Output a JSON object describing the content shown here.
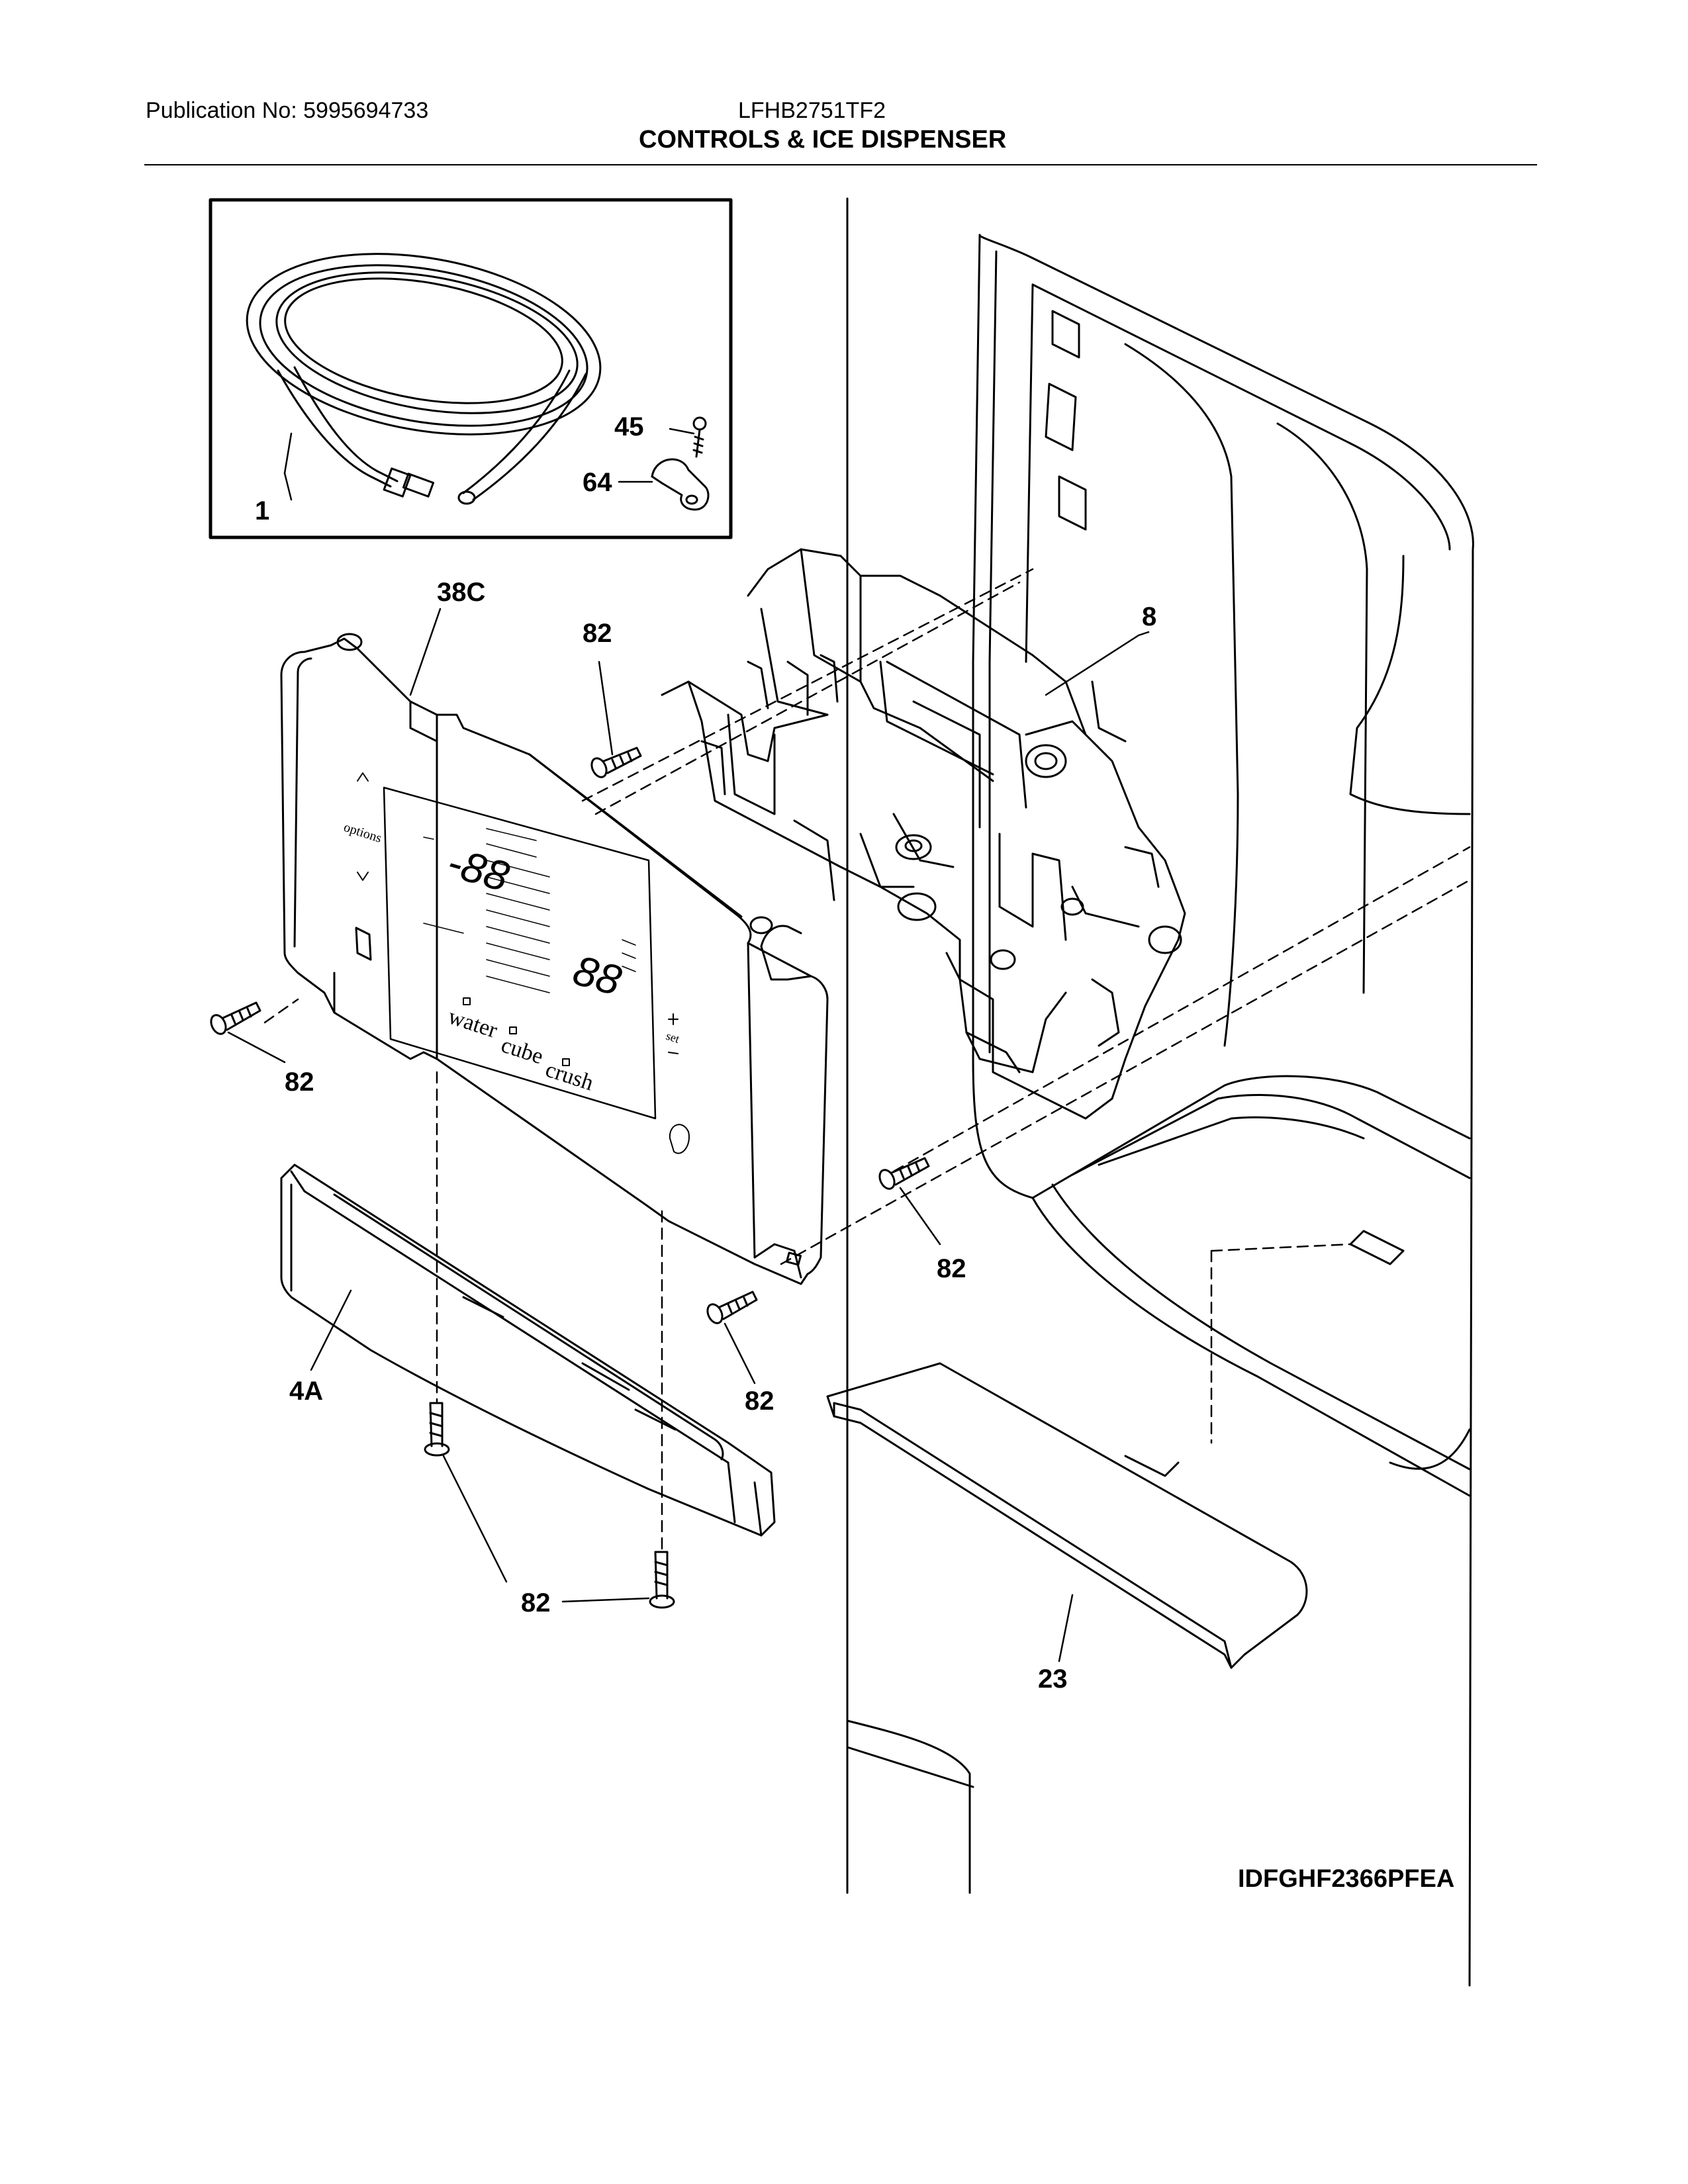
{
  "header": {
    "publication": "Publication No: 5995694733",
    "model": "LFHB2751TF2",
    "title": "CONTROLS & ICE DISPENSER"
  },
  "footer": {
    "diagram_code": "IDFGHF2366PFEA"
  },
  "panel_text": {
    "options": "options",
    "water": "water",
    "cube": "cube",
    "crush": "crush",
    "set": "set",
    "display_left": "-88",
    "display_right": "88"
  },
  "callouts": {
    "c1": "1",
    "c45": "45",
    "c64": "64",
    "c38c": "38C",
    "c82_top": "82",
    "c8": "8",
    "c82_left": "82",
    "c82_right": "82",
    "c82_mid": "82",
    "c4a": "4A",
    "c82_bottom": "82",
    "c23": "23"
  }
}
